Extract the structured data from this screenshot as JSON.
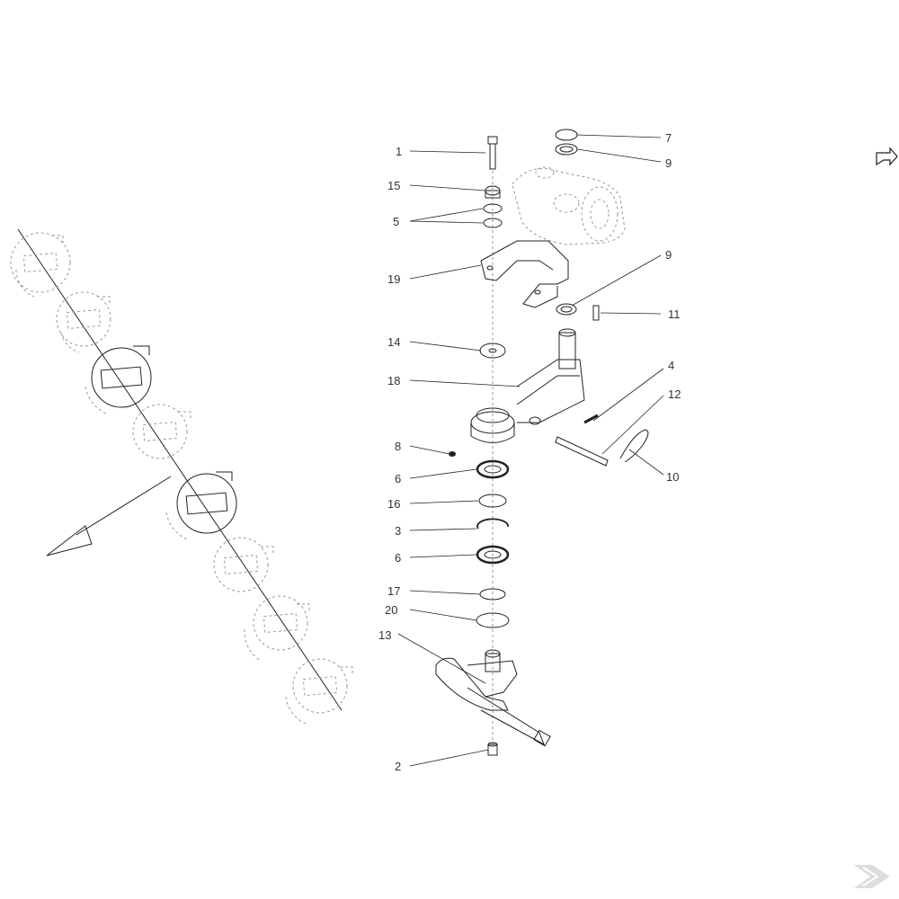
{
  "diagram": {
    "callouts": [
      {
        "id": "c1",
        "text": "1"
      },
      {
        "id": "c15",
        "text": "15"
      },
      {
        "id": "c5",
        "text": "5"
      },
      {
        "id": "c19",
        "text": "19"
      },
      {
        "id": "c14",
        "text": "14"
      },
      {
        "id": "c18",
        "text": "18"
      },
      {
        "id": "c8",
        "text": "8"
      },
      {
        "id": "c6a",
        "text": "6"
      },
      {
        "id": "c16",
        "text": "16"
      },
      {
        "id": "c3",
        "text": "3"
      },
      {
        "id": "c6b",
        "text": "6"
      },
      {
        "id": "c17",
        "text": "17"
      },
      {
        "id": "c20",
        "text": "20"
      },
      {
        "id": "c13",
        "text": "13"
      },
      {
        "id": "c2",
        "text": "2"
      },
      {
        "id": "c7",
        "text": "7"
      },
      {
        "id": "c9a",
        "text": "9"
      },
      {
        "id": "c9b",
        "text": "9"
      },
      {
        "id": "c11",
        "text": "11"
      },
      {
        "id": "c4",
        "text": "4"
      },
      {
        "id": "c12",
        "text": "12"
      },
      {
        "id": "c10",
        "text": "10"
      }
    ],
    "icons": {
      "corner_arrow": "direction-arrow-icon",
      "logo": "brand-logo-icon"
    }
  }
}
